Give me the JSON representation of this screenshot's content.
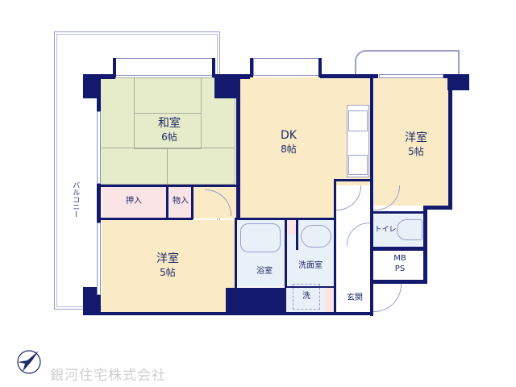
{
  "floor_plan": {
    "rooms": [
      {
        "id": "washitsu",
        "name": "和室",
        "size": "6帖"
      },
      {
        "id": "dk",
        "name": "DK",
        "size": "8帖"
      },
      {
        "id": "yoshitsu_ne",
        "name": "洋室",
        "size": "5帖"
      },
      {
        "id": "yoshitsu_sw",
        "name": "洋室",
        "size": "5帖"
      },
      {
        "id": "oshiire",
        "name": "押入"
      },
      {
        "id": "monoire",
        "name": "物入"
      },
      {
        "id": "bath",
        "name": "浴室"
      },
      {
        "id": "senmen",
        "name": "洗面室"
      },
      {
        "id": "washer",
        "name": "洗"
      },
      {
        "id": "toilet",
        "name": "トイレ"
      },
      {
        "id": "mbps",
        "name": "MB\nPS",
        "line1": "MB",
        "line2": "PS"
      },
      {
        "id": "genkan",
        "name": "玄関"
      }
    ],
    "balcony": "バルコニー",
    "company": "銀河住宅株式会社"
  },
  "colors": {
    "wall": "#131a6e",
    "tatami": "#e6ecc9",
    "wood": "#faeac6",
    "storage": "#fbe4e6",
    "wet": "#e8f0f8",
    "white": "#ffffff"
  }
}
